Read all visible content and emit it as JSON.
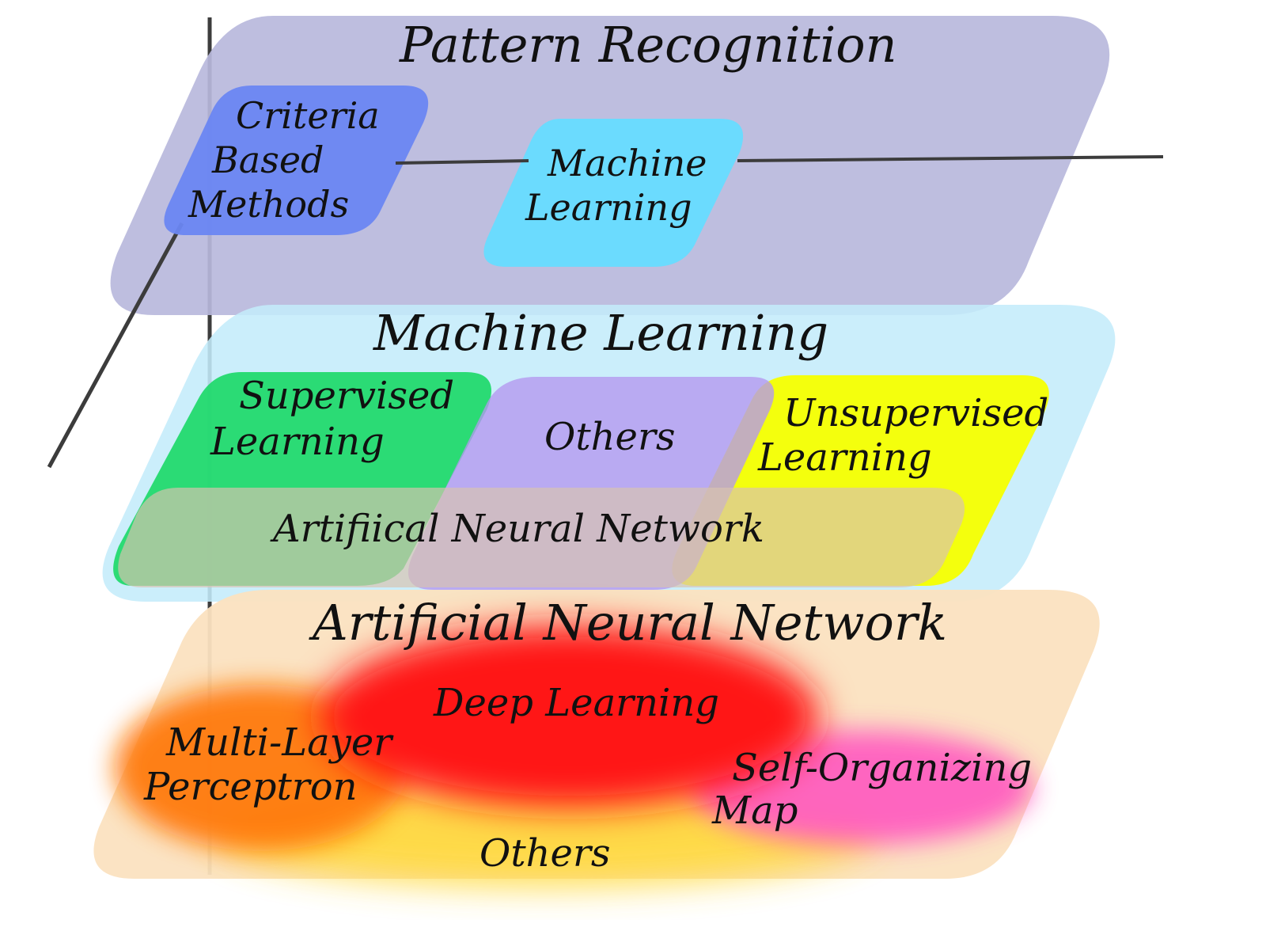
{
  "diagram": {
    "layers": {
      "pattern_recognition": {
        "title": "Pattern Recognition",
        "fill": "#b8b8dc",
        "regions": {
          "criteria": {
            "lines": [
              "Criteria",
              "Based",
              "Methods"
            ],
            "fill": "#6a86f2"
          },
          "machine_learning": {
            "lines": [
              "Machine",
              "Learning"
            ],
            "fill": "#66dcff"
          }
        }
      },
      "machine_learning": {
        "title": "Machine Learning",
        "fill": "#c4ecfb",
        "regions": {
          "supervised": {
            "lines": [
              "Supervised",
              "Learning"
            ],
            "fill": "#22d96e"
          },
          "others": {
            "label": "Others",
            "fill": "#b497f0"
          },
          "unsupervised": {
            "lines": [
              "Unsupervised",
              "Learning"
            ],
            "fill": "#f5ff00"
          },
          "ann_band": {
            "label": "Artifiical Neural Network",
            "fill": "#d9c2b0"
          }
        }
      },
      "artificial_neural_network": {
        "title": "Artificial Neural Network",
        "fill": "#fbe2c0",
        "regions": {
          "deep_learning": {
            "label": "Deep Learning",
            "fill": "#ff1818"
          },
          "mlp": {
            "lines": [
              "Multi-Layer",
              "Perceptron"
            ],
            "fill": "#ff7a10"
          },
          "som": {
            "lines": [
              "Self-Organizing",
              "Map"
            ],
            "fill": "#ff5ec0"
          },
          "others": {
            "label": "Others",
            "fill": "#ffd93a"
          }
        }
      }
    },
    "axis_color": "#3c3c3c"
  }
}
